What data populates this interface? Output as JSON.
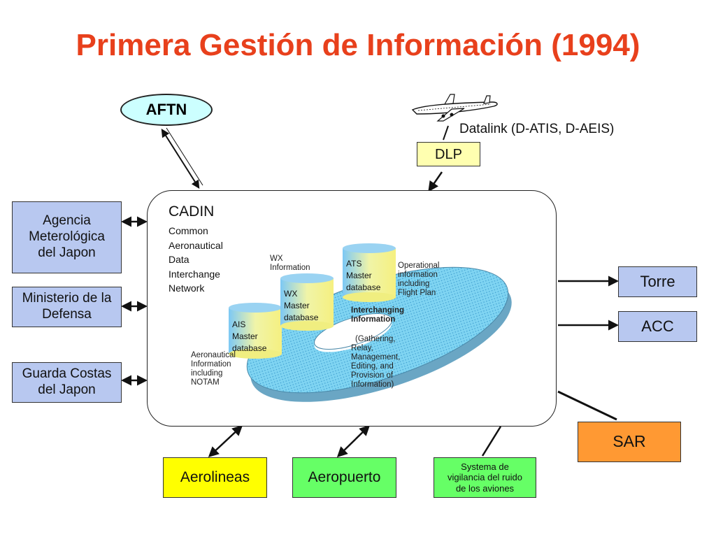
{
  "title": "Primera Gestión de Información (1994)",
  "aftn": "AFTN",
  "datalink": "Datalink (D-ATIS, D-AEIS)",
  "dlp": "DLP",
  "cadin": {
    "name": "CADIN",
    "lines": [
      "Common",
      "Aeronautical",
      "Data",
      "Interchange",
      "Network"
    ]
  },
  "databases": {
    "ais": [
      "AIS",
      "Master",
      "database"
    ],
    "wx": [
      "WX",
      "Master",
      "database"
    ],
    "ats": [
      "ATS",
      "Master",
      "database"
    ]
  },
  "annotations": {
    "wx_info": [
      "WX",
      "Information"
    ],
    "operational": [
      "Operational",
      "information",
      "including",
      "Flight Plan"
    ],
    "interchanging_title": [
      "Interchanging",
      "Information"
    ],
    "interchanging_detail": [
      "(Gathering,",
      "Relay,",
      "Management,",
      "Editing, and",
      "Provision of",
      "Information)"
    ],
    "aeronautical": [
      "Aeronautical",
      "Information",
      "including",
      "NOTAM"
    ]
  },
  "left_boxes": {
    "agencia": [
      "Agencia",
      "Meterológica",
      "del Japon"
    ],
    "ministerio": [
      "Ministerio de la",
      "Defensa"
    ],
    "guarda": [
      "Guarda Costas",
      "del Japon"
    ]
  },
  "right_boxes": {
    "torre": "Torre",
    "acc": "ACC",
    "sar": "SAR"
  },
  "bottom_boxes": {
    "aerolineas": "Aerolineas",
    "aeropuerto": "Aeropuerto",
    "sistema": [
      "Systema de",
      "vigilancia del ruido",
      "de los aviones"
    ]
  },
  "colors": {
    "title": "#e8401c",
    "aftn_fill": "#ccffff",
    "left_box_fill": "#b8c8f0",
    "dlp_fill": "#ffffb0",
    "aerolineas_fill": "#ffff00",
    "aeropuerto_fill": "#66ff66",
    "sar_fill": "#ff9933"
  }
}
